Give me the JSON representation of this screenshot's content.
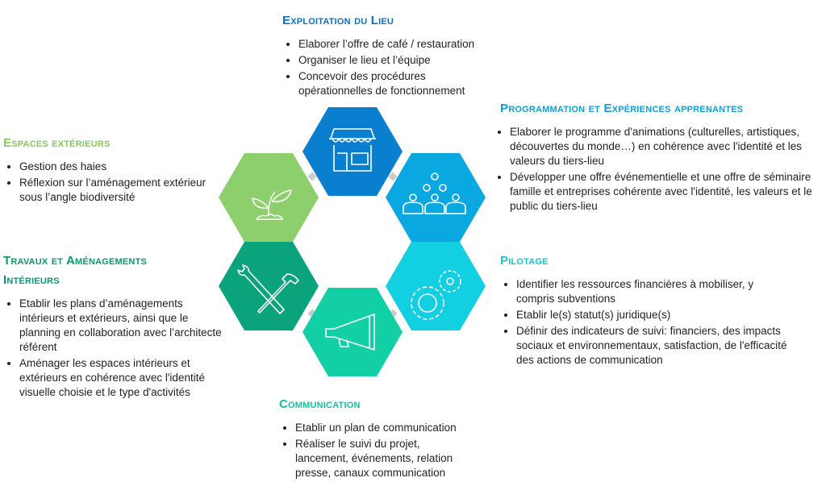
{
  "colors": {
    "exploitation": "#0a7fd0",
    "programmation": "#0aa8e0",
    "pilotage": "#12d0e2",
    "communication": "#12cfa6",
    "travaux": "#0aa37c",
    "espaces": "#8ccf6c"
  },
  "sections": {
    "exploitation": {
      "title": "Exploitation du Lieu",
      "icon": "shop-icon",
      "items": [
        "Elaborer l’offre de café / restauration",
        "Organiser le lieu et l’équipe",
        "Concevoir des procédures opérationnelles de fonctionnement"
      ]
    },
    "programmation": {
      "title": "Programmation et Expériences apprenantes",
      "icon": "audience-icon",
      "items": [
        "Elaborer le programme d'animations (culturelles, artistiques, découvertes du monde…) en cohérence avec l'identité et les valeurs du tiers-lieu",
        "Développer une offre événementielle et une offre de séminaire famille et entreprises cohérente avec l'identité, les valeurs et le public du tiers-lieu"
      ]
    },
    "pilotage": {
      "title": "Pilotage",
      "icon": "gears-icon",
      "items": [
        "Identifier les ressources financières à mobiliser, y compris subventions",
        "Etablir le(s) statut(s) juridique(s)",
        "Définir des indicateurs de suivi: financiers, des impacts sociaux et environnementaux, satisfaction, de l'efficacité des actions de communication"
      ]
    },
    "communication": {
      "title": "Communication",
      "icon": "megaphone-icon",
      "items": [
        "Etablir un plan de communication",
        "Réaliser le suivi du projet, lancement, événements, relation presse, canaux communication"
      ]
    },
    "travaux": {
      "title": "Travaux et Aménagements Intérieurs",
      "icon": "tools-icon",
      "items": [
        "Etablir les plans d’aménagements intérieurs et extérieurs, ainsi que le planning en collaboration avec l’architecte référent",
        "Aménager les espaces intérieurs et extérieurs en cohérence avec l'identité visuelle choisie et le type d'activités"
      ]
    },
    "espaces": {
      "title": "Espaces extérieurs",
      "icon": "plant-icon",
      "items": [
        "Gestion des haies",
        "Réflexion sur l’aménagement extérieur sous l’angle biodiversité"
      ]
    }
  }
}
